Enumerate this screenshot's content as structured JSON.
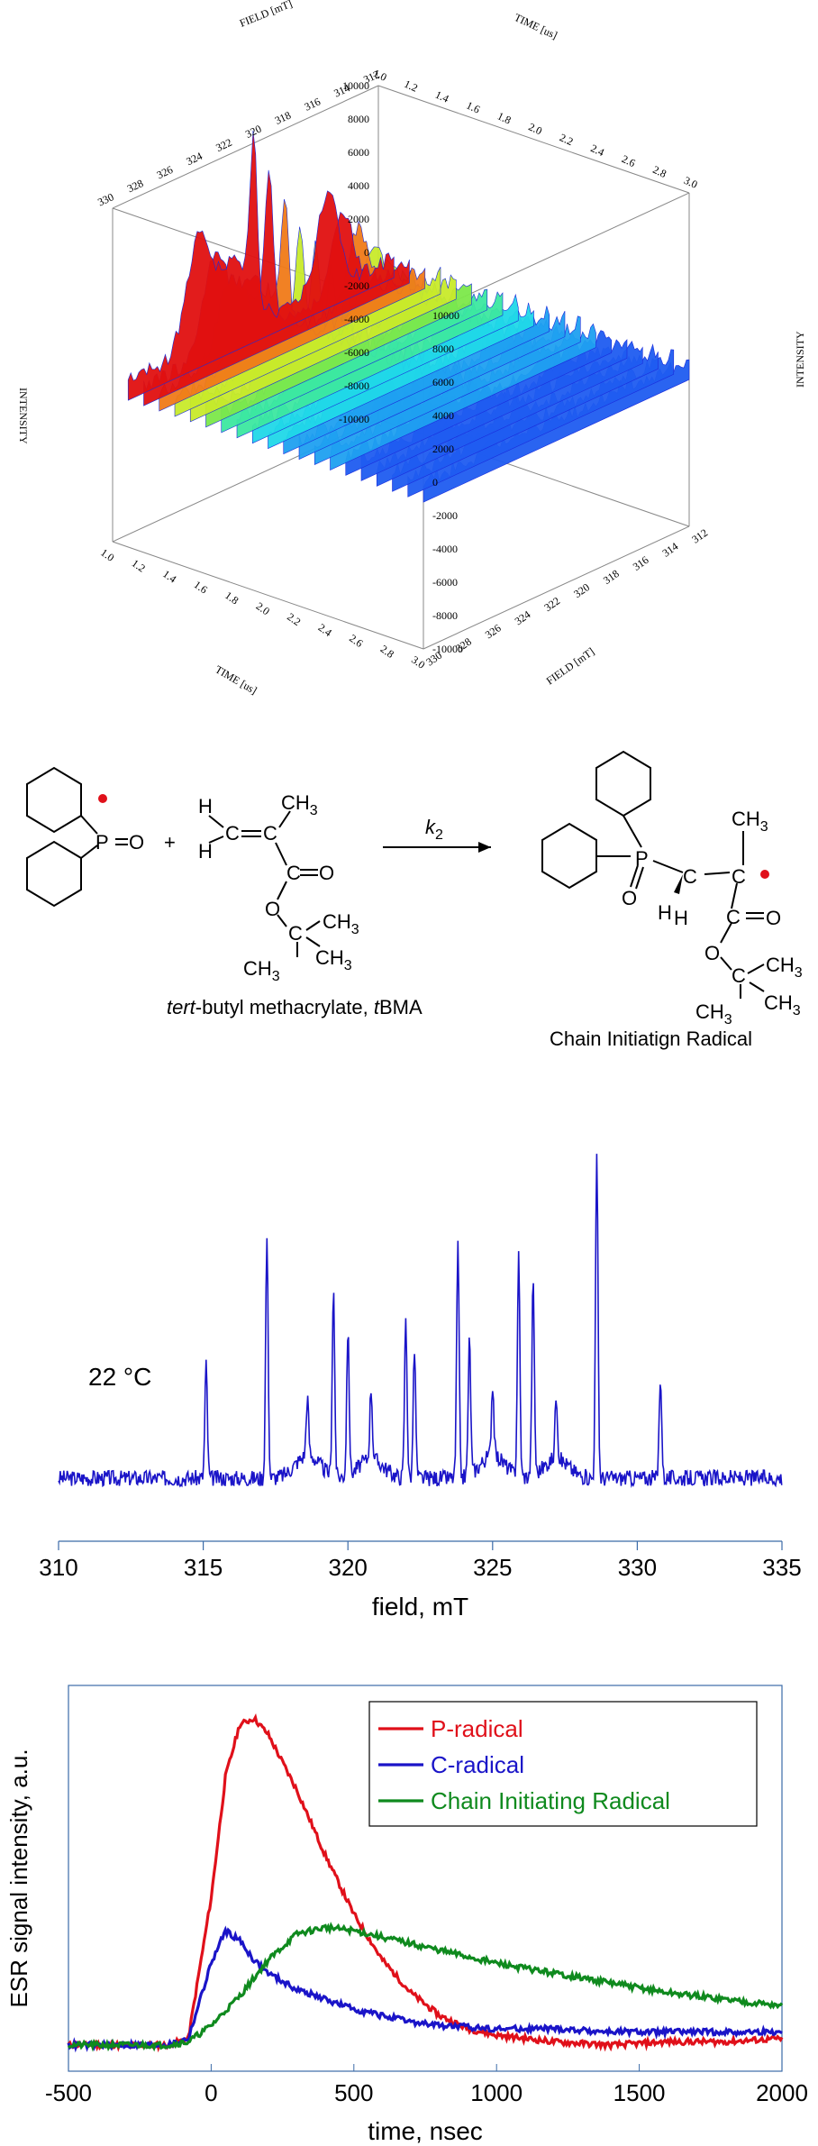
{
  "chart_data": [
    {
      "type": "surface",
      "axes": {
        "field": {
          "label": "FIELD [mT]",
          "ticks": [
            "312",
            "314",
            "316",
            "318",
            "320",
            "322",
            "324",
            "326",
            "328",
            "330"
          ],
          "range": [
            312,
            330
          ]
        },
        "time": {
          "label": "TIME [us]",
          "ticks": [
            "1.0",
            "1.2",
            "1.4",
            "1.6",
            "1.8",
            "2.0",
            "2.2",
            "2.4",
            "2.6",
            "2.8",
            "3.0"
          ],
          "range": [
            1.0,
            3.0
          ]
        },
        "intensity_left": {
          "label": "INTENSITY",
          "ticks": [
            "10000",
            "8000",
            "6000",
            "4000",
            "2000",
            "0",
            "-2000",
            "-4000",
            "-6000",
            "-8000",
            "-10000"
          ],
          "range": [
            -10000,
            10000
          ]
        },
        "intensity_right": {
          "label": "INTENSITY",
          "ticks": [
            "10000",
            "8000",
            "6000",
            "4000",
            "2000",
            "0",
            "-2000",
            "-4000",
            "-6000",
            "-8000",
            "-10000"
          ]
        }
      },
      "series": [
        {
          "time_us": 1.1,
          "peak_fields": [
            316.5,
            321.5,
            325.5
          ],
          "peak_values": [
            5500,
            9800,
            7000
          ]
        },
        {
          "time_us": 1.3,
          "peak_fields": [
            316.5,
            321.5,
            325.5
          ],
          "peak_values": [
            4500,
            7500,
            6000
          ]
        },
        {
          "time_us": 1.6,
          "peak_fields": [
            316.5,
            321.5,
            325.5
          ],
          "peak_values": [
            3000,
            5000,
            4200
          ]
        },
        {
          "time_us": 2.0,
          "peak_fields": [
            316.5,
            321.5,
            325.5
          ],
          "peak_values": [
            1800,
            3000,
            2500
          ]
        },
        {
          "time_us": 2.5,
          "peak_fields": [
            316.5,
            321.5,
            325.5
          ],
          "peak_values": [
            800,
            1500,
            1200
          ]
        }
      ]
    },
    {
      "type": "line",
      "annotation": "22 °C",
      "xlabel": "field, mT",
      "xlim": [
        310,
        335
      ],
      "xticks": [
        "310",
        "315",
        "320",
        "325",
        "330",
        "335"
      ],
      "peaks": [
        {
          "x": 315.1,
          "y": 0.35
        },
        {
          "x": 317.2,
          "y": 0.75
        },
        {
          "x": 318.6,
          "y": 0.18
        },
        {
          "x": 319.5,
          "y": 0.58
        },
        {
          "x": 320.0,
          "y": 0.45
        },
        {
          "x": 320.8,
          "y": 0.22
        },
        {
          "x": 322.0,
          "y": 0.5
        },
        {
          "x": 322.3,
          "y": 0.4
        },
        {
          "x": 323.8,
          "y": 0.72
        },
        {
          "x": 324.2,
          "y": 0.42
        },
        {
          "x": 325.0,
          "y": 0.22
        },
        {
          "x": 325.9,
          "y": 0.68
        },
        {
          "x": 326.4,
          "y": 0.6
        },
        {
          "x": 327.2,
          "y": 0.2
        },
        {
          "x": 328.6,
          "y": 1.0
        },
        {
          "x": 330.8,
          "y": 0.32
        }
      ]
    },
    {
      "type": "line",
      "xlabel": "time, nsec",
      "ylabel": "ESR signal intensity, a.u.",
      "xlim": [
        -500,
        2000
      ],
      "ylim": [
        -0.08,
        1.1
      ],
      "xticks": [
        "-500",
        "0",
        "500",
        "1000",
        "1500",
        "2000"
      ],
      "legend_position": "top-right",
      "series": [
        {
          "name": "P-radical",
          "color": "#e0101a",
          "x": [
            -500,
            -300,
            -150,
            -80,
            0,
            50,
            100,
            150,
            200,
            300,
            400,
            500,
            600,
            700,
            800,
            900,
            1000,
            1200,
            1400,
            1600,
            1800,
            2000
          ],
          "y": [
            0,
            0,
            0,
            0.02,
            0.45,
            0.82,
            0.98,
            1.0,
            0.95,
            0.78,
            0.58,
            0.4,
            0.26,
            0.16,
            0.09,
            0.05,
            0.03,
            0.01,
            0.0,
            0.01,
            0.01,
            0.02
          ]
        },
        {
          "name": "C-radical",
          "color": "#1a14c8",
          "x": [
            -500,
            -300,
            -150,
            -80,
            0,
            50,
            100,
            150,
            200,
            300,
            400,
            500,
            600,
            700,
            800,
            1000,
            1200,
            1400,
            1600,
            1800,
            2000
          ],
          "y": [
            0,
            0,
            0,
            0.02,
            0.25,
            0.35,
            0.32,
            0.26,
            0.22,
            0.17,
            0.14,
            0.11,
            0.09,
            0.07,
            0.06,
            0.05,
            0.05,
            0.04,
            0.04,
            0.04,
            0.04
          ]
        },
        {
          "name": "Chain Initiating Radical",
          "color": "#0f8a1e",
          "x": [
            -500,
            -300,
            -150,
            -80,
            0,
            100,
            200,
            300,
            400,
            500,
            600,
            800,
            1000,
            1200,
            1400,
            1600,
            1800,
            2000
          ],
          "y": [
            0,
            0,
            0,
            0.01,
            0.06,
            0.15,
            0.26,
            0.34,
            0.36,
            0.35,
            0.33,
            0.29,
            0.25,
            0.22,
            0.19,
            0.16,
            0.14,
            0.12
          ]
        }
      ]
    }
  ],
  "scheme": {
    "reactant_label_italic": "tert",
    "reactant_label_rest": "-butyl methacrylate, ",
    "reactant_abbr_italic": "t",
    "reactant_abbr_rest": "BMA",
    "product_label": "Chain Initiatign Radical",
    "rate_constant": "k",
    "rate_constant_sub": "2",
    "atom_P": "P",
    "atom_O": "O",
    "plus": "+",
    "group_CH3": "CH",
    "sub_3": "3",
    "atom_H": "H",
    "atom_C": "C"
  },
  "colors": {
    "radical_dot": "#e0101a"
  }
}
